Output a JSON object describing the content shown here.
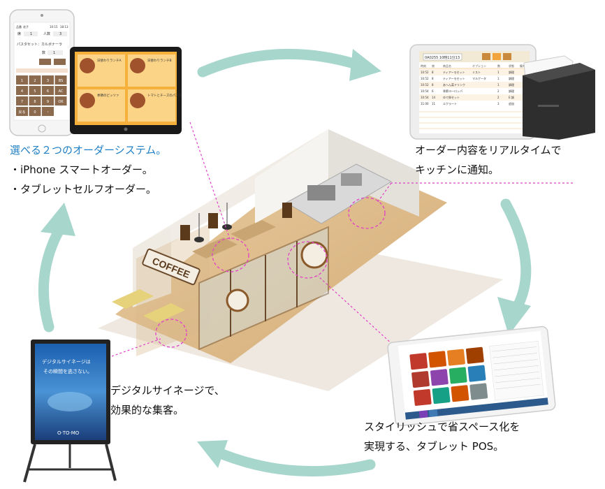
{
  "captions": {
    "order_system_title": "選べる２つのオーダーシステム。",
    "order_system_line1": "・iPhone スマートオーダー。",
    "order_system_line2": "・タブレットセルフオーダー。",
    "kitchen_line1": "オーダー内容をリアルタイムで",
    "kitchen_line2": "キッチンに通知。",
    "signage_line1": "デジタルサイネージで、",
    "signage_line2": "効果的な集客。",
    "pos_line1": "スタイリッシュで省スペース化を",
    "pos_line2": "実現する、タブレット POS。"
  },
  "phone": {
    "row1": [
      "品番",
      "花子",
      "10:15",
      "18:13"
    ],
    "seat_label": "席",
    "seat_value": "1",
    "people_label": "人数",
    "people_value": "3",
    "item_name": "パスタセット：カルボナーラ",
    "qty_label": "数",
    "qty_value": "1",
    "keypad": [
      "1",
      "2",
      "3",
      "BS",
      "4",
      "5",
      "6",
      "AC",
      "7",
      "8",
      "9",
      "OK",
      "戻る",
      "0",
      "・"
    ]
  },
  "self_tablet": {
    "menu_items": [
      "日替わりランチA",
      "日替わりランチB",
      "季節のピッツァ",
      "トマトとチーズのパスタ"
    ]
  },
  "kitchen_tablet": {
    "header": "0A0255 10時11分13",
    "columns": [
      "時刻",
      "席",
      "商品名",
      "オプション",
      "数",
      "状態",
      "備考"
    ],
    "rows": [
      [
        "10:52",
        "8",
        "ティアーモセット",
        "ミスト",
        "1",
        "調理"
      ],
      [
        "10:52",
        "8",
        "ティアーモセット",
        "マルゲータ",
        "1",
        "調理"
      ],
      [
        "10:52",
        "8",
        "あへん菜ドリンク",
        "",
        "1",
        "調理"
      ],
      [
        "10:54",
        "6",
        "季節ヨーロッパ",
        "",
        "2",
        "調理"
      ],
      [
        "10:54",
        "14",
        "ゆで卵セット",
        "",
        "2",
        "E:調"
      ],
      [
        "11:00",
        "11",
        "エクラート",
        "",
        "3",
        "追加"
      ]
    ]
  },
  "store": {
    "sign_text": "COFFEE"
  },
  "signage": {
    "headline1": "デジタルサイネージは",
    "headline2": "その瞬間を逃さない。",
    "brand": "O·TO·MO"
  },
  "colors": {
    "arrow": "#a7d6cc",
    "dashed_line": "#e040c8",
    "caption_highlight": "#1f7fc4",
    "tablet_accent": "#f2a33a",
    "pos_accent": "#7b3fb5"
  }
}
